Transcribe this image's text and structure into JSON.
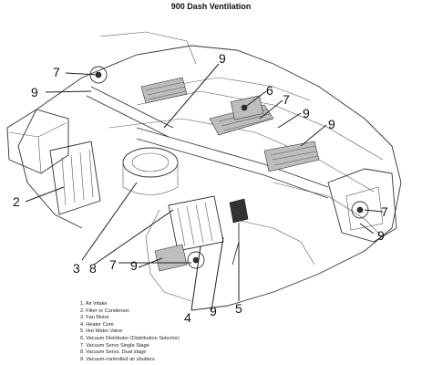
{
  "title": "900 Dash Ventilation",
  "callouts": [
    "7",
    "9",
    "9",
    "6",
    "7",
    "9",
    "9",
    "2",
    "3",
    "8",
    "7",
    "9",
    "4",
    "9",
    "5",
    "7",
    "9"
  ],
  "legend": [
    "1. Air Intake",
    "2. Filter or Condenser",
    "3. Fan Motor",
    "4. Heater Core",
    "5. Hot Water Valve",
    "6. Vacuum Distributor (Distribution Selector)",
    "7. Vacuum Servo Single Stage",
    "8. Vacuum Servo, Dual stage",
    "9. Vacuum-controlled air shutters"
  ]
}
